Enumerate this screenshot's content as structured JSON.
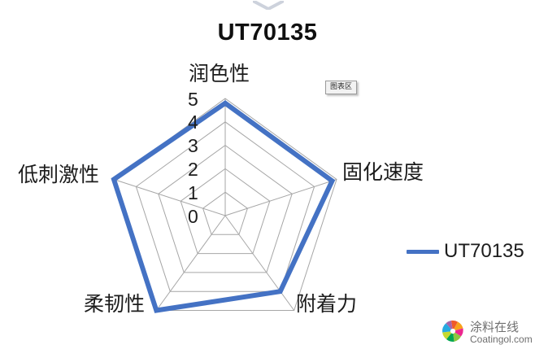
{
  "chart_title": "UT70135",
  "chart_area_tooltip": "图表区",
  "legend": {
    "series_label": "UT70135",
    "color": "#4472C4",
    "position": "right"
  },
  "watermark": {
    "cn": "涂料在线",
    "en": "Coatingol.com"
  },
  "tick_labels": [
    "5",
    "4",
    "3",
    "2",
    "1",
    "0"
  ],
  "chart_data": {
    "type": "radar",
    "title": "UT70135",
    "categories": [
      "润色性",
      "固化速度",
      "附着力",
      "柔韧性",
      "低刺激性"
    ],
    "series": [
      {
        "name": "UT70135",
        "color": "#4472C4",
        "values": [
          4.8,
          4.8,
          4.0,
          5.0,
          5.0
        ]
      }
    ],
    "rlim": [
      0,
      5
    ],
    "rticks": [
      0,
      1,
      2,
      3,
      4,
      5
    ],
    "grid": true,
    "fill": false,
    "legend_position": "right",
    "xlabel": "",
    "ylabel": ""
  }
}
